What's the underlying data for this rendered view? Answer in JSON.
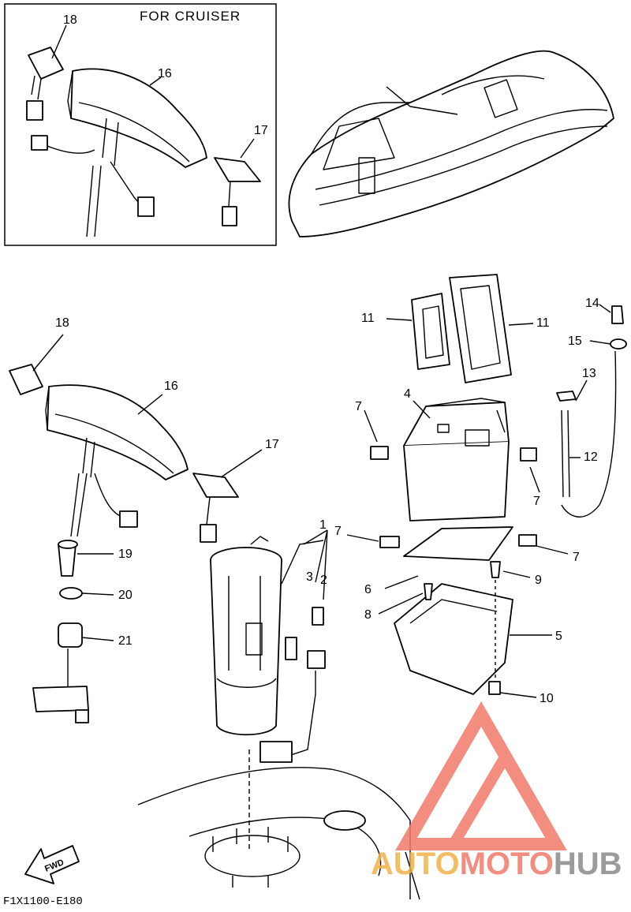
{
  "header": {
    "inset_title": "FOR CRUISER"
  },
  "footer": {
    "diagram_code": "F1X1100-E180",
    "fwd_label": "FWD"
  },
  "watermark": {
    "brand_part1": "AUTO",
    "brand_part2": "MOTO",
    "brand_part3": "HUB",
    "color_red": "#f07a6a",
    "color_orange": "#f2b24a",
    "color_gray": "#8a8a8a"
  },
  "callouts": {
    "inset_18": "18",
    "inset_16": "16",
    "inset_17": "17",
    "main_18": "18",
    "main_16": "16",
    "main_17": "17",
    "c19": "19",
    "c20": "20",
    "c21": "21",
    "c11a": "11",
    "c11b": "11",
    "c14": "14",
    "c15": "15",
    "c13": "13",
    "c4": "4",
    "c7a": "7",
    "c7b": "7",
    "c12": "12",
    "c1": "1",
    "c7c": "7",
    "c7d": "7",
    "c3": "3",
    "c2": "2",
    "c6": "6",
    "c9": "9",
    "c8": "8",
    "c5": "5",
    "c10": "10"
  }
}
